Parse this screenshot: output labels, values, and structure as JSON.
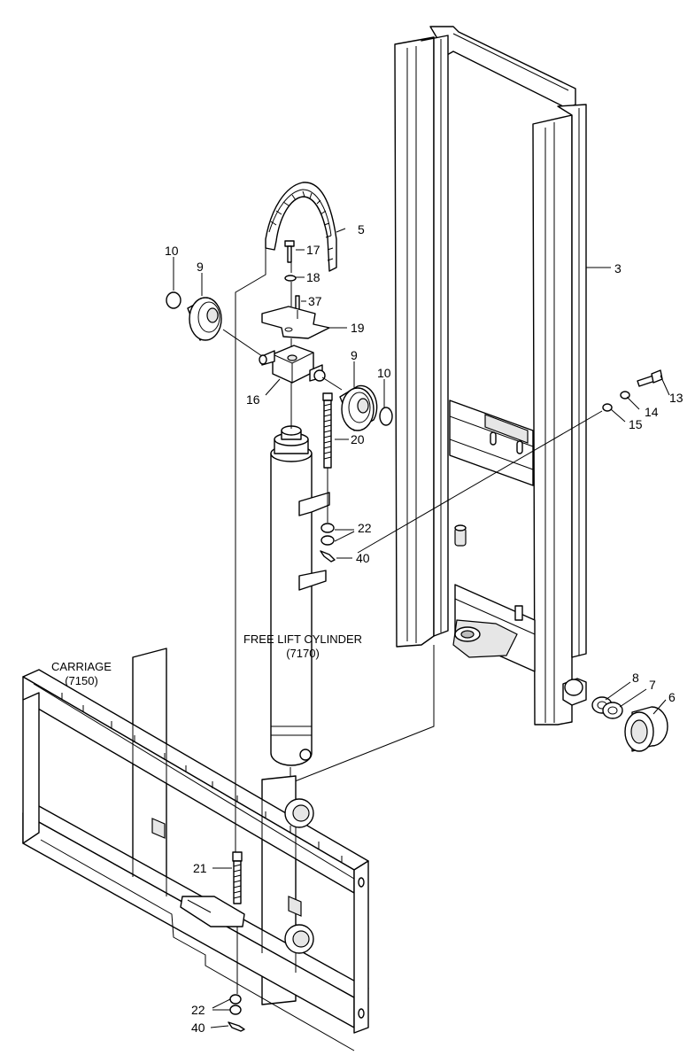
{
  "callouts": {
    "c3": "3",
    "c5": "5",
    "c6": "6",
    "c7": "7",
    "c8": "8",
    "c9a": "9",
    "c9b": "9",
    "c10a": "10",
    "c10b": "10",
    "c13": "13",
    "c14": "14",
    "c15": "15",
    "c16": "16",
    "c17": "17",
    "c18": "18",
    "c19": "19",
    "c20": "20",
    "c21": "21",
    "c22a": "22",
    "c22b": "22",
    "c37": "37",
    "c40a": "40",
    "c40b": "40"
  },
  "captions": {
    "cylinder_line1": "FREE LIFT CYLINDER",
    "cylinder_line2": "(7170)",
    "carriage_line1": "CARRIAGE",
    "carriage_line2": "(7150)"
  }
}
